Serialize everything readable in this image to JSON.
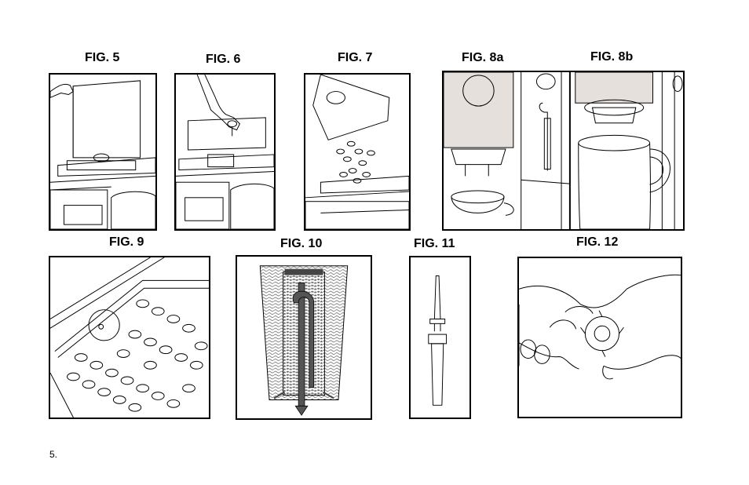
{
  "figures": {
    "fig5": "FIG. 5",
    "fig6": "FIG. 6",
    "fig7": "FIG. 7",
    "fig8a": "FIG. 8a",
    "fig8b": "FIG. 8b",
    "fig9": "FIG. 9",
    "fig10": "FIG. 10",
    "fig11": "FIG. 11",
    "fig12": "FIG. 12"
  },
  "page_number": "5."
}
